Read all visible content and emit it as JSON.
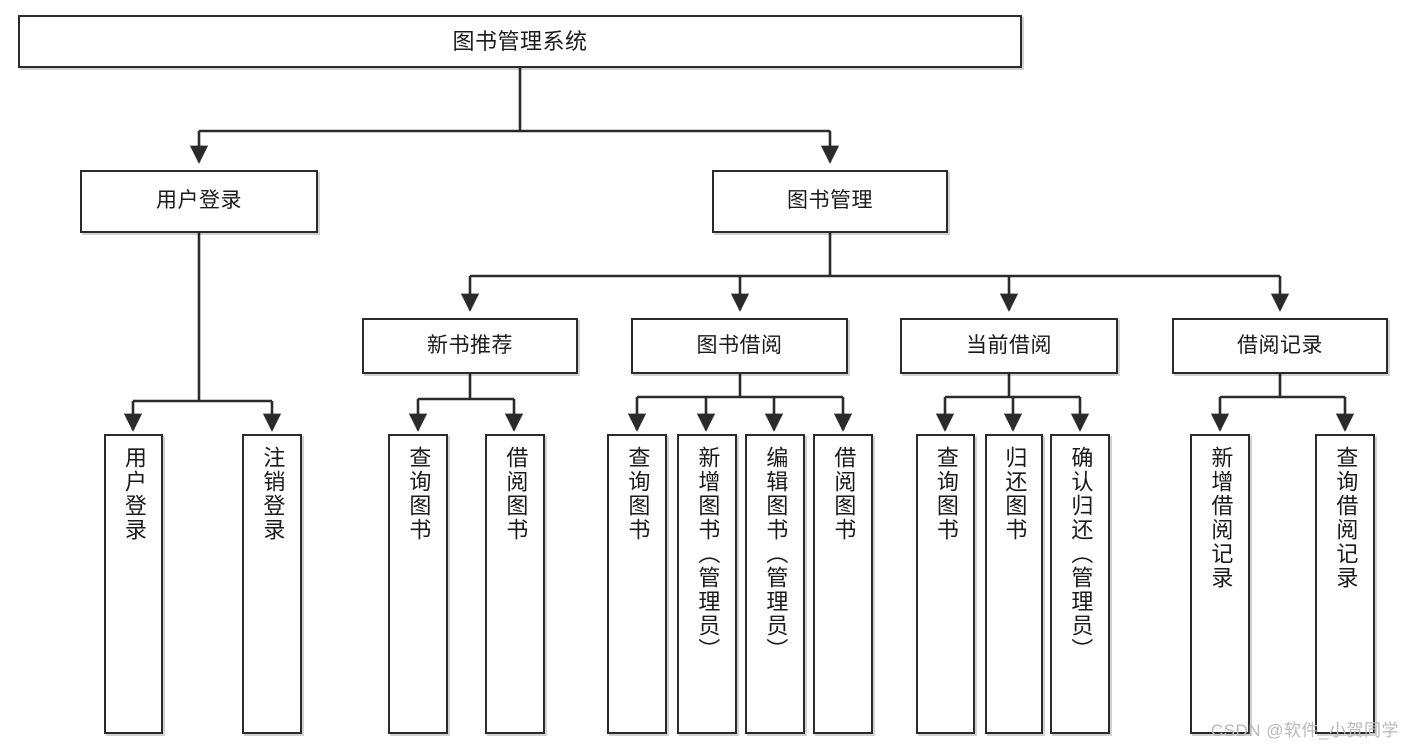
{
  "diagram": {
    "title": "图书管理系统",
    "type": "tree-hierarchy-diagram",
    "watermark": "CSDN @软件_小贺同学",
    "colors": {
      "background": "#ffffff",
      "border": "#2b2b2b",
      "text": "#1a1a1a",
      "edge": "#2b2b2b",
      "watermark": "#b9b9b9"
    },
    "nodes": {
      "root": {
        "label": "图书管理系统",
        "level": 1
      },
      "level2": [
        {
          "id": "user-login",
          "label": "用户登录"
        },
        {
          "id": "book-management",
          "label": "图书管理"
        }
      ],
      "level3": [
        {
          "id": "new-book-recommend",
          "label": "新书推荐"
        },
        {
          "id": "book-borrow",
          "label": "图书借阅"
        },
        {
          "id": "current-borrow",
          "label": "当前借阅"
        },
        {
          "id": "borrow-record",
          "label": "借阅记录"
        }
      ],
      "leaves": {
        "user-login": [
          {
            "id": "leaf-user-login",
            "label": "用户登录"
          },
          {
            "id": "leaf-logout-login",
            "label": "注销登录"
          }
        ],
        "new-book-recommend": [
          {
            "id": "leaf-query-book-1",
            "label": "查询图书"
          },
          {
            "id": "leaf-borrow-book-1",
            "label": "借阅图书"
          }
        ],
        "book-borrow": [
          {
            "id": "leaf-query-book-2",
            "label": "查询图书"
          },
          {
            "id": "leaf-add-book",
            "label": "新增图书（管理员）"
          },
          {
            "id": "leaf-edit-book",
            "label": "编辑图书（管理员）"
          },
          {
            "id": "leaf-borrow-book-2",
            "label": "借阅图书"
          }
        ],
        "current-borrow": [
          {
            "id": "leaf-query-book-3",
            "label": "查询图书"
          },
          {
            "id": "leaf-return-book",
            "label": "归还图书"
          },
          {
            "id": "leaf-confirm-return",
            "label": "确认归还（管理员）"
          }
        ],
        "borrow-record": [
          {
            "id": "leaf-add-record",
            "label": "新增借阅记录"
          },
          {
            "id": "leaf-query-record",
            "label": "查询借阅记录"
          }
        ]
      }
    }
  }
}
